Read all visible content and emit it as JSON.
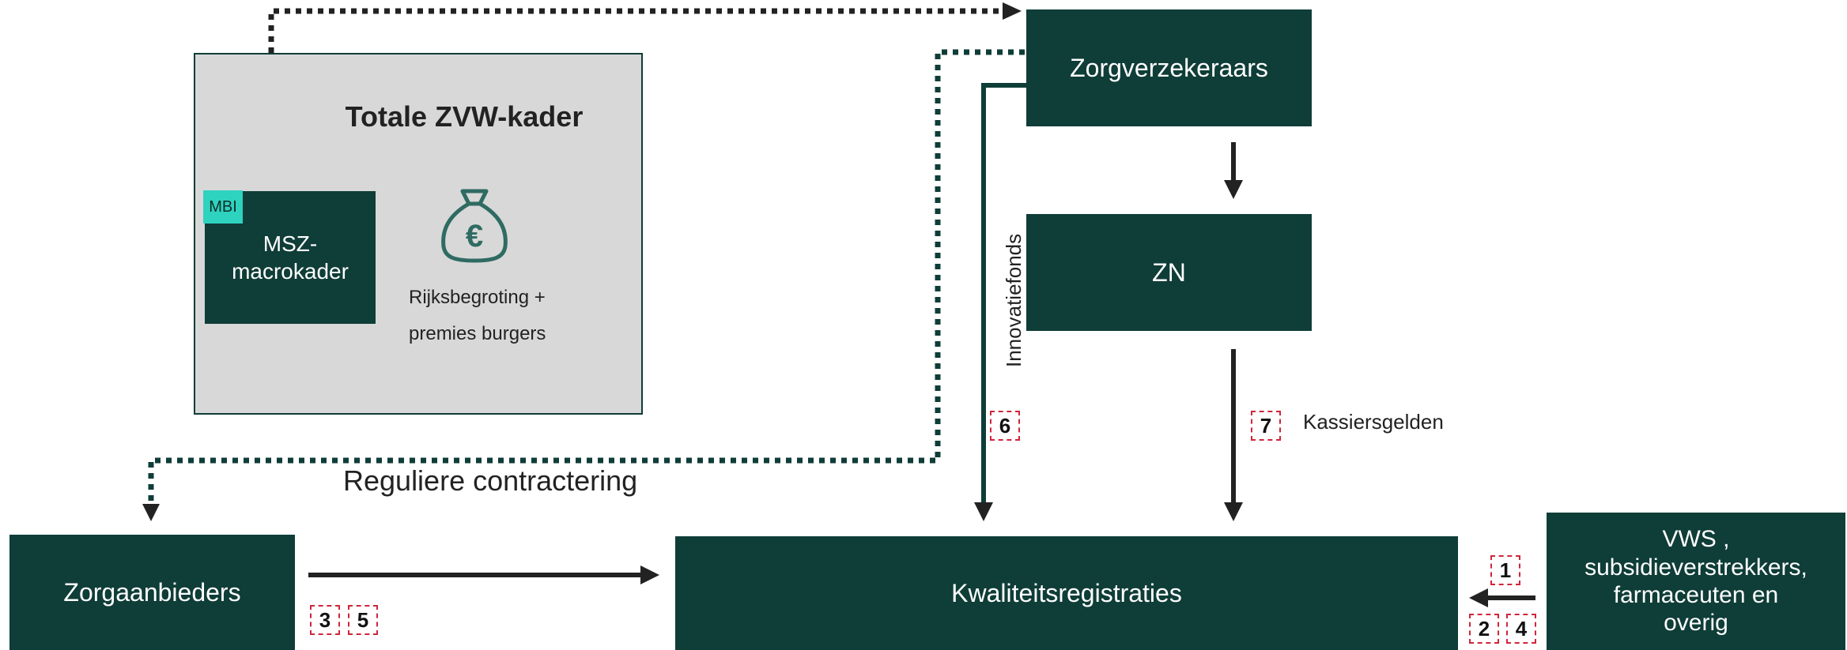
{
  "panel": {
    "title": "Totale ZVW-kader",
    "inner_node": "MSZ-\nmacrokader",
    "inner_badge": "MBI",
    "money_caption": "Rijksbegroting +\npremies burgers",
    "money_icon": "money-bag-euro-icon"
  },
  "nodes": {
    "zorgverzekeraars": "Zorgverzekeraars",
    "zn": "ZN",
    "zorgaanbieders": "Zorgaanbieders",
    "kwaliteitsregistraties": "Kwaliteitsregistraties",
    "vws": "VWS ,\nsubsidieverstrekkers,\nfarmaceuten en\noverig"
  },
  "labels": {
    "reguliere_contractering": "Reguliere contractering",
    "innovatiefonds": "Innovatiefonds",
    "kassiersgelden": "Kassiersgelden"
  },
  "badges": {
    "b1": "1",
    "b2": "2",
    "b3": "3",
    "b4": "4",
    "b5": "5",
    "b6": "6",
    "b7": "7"
  },
  "colors": {
    "node": "#0f3d38",
    "panel": "#d8d8d8",
    "accent_badge": "#2ed3bf",
    "badge_border": "#d0263a",
    "arrow": "#222222"
  }
}
